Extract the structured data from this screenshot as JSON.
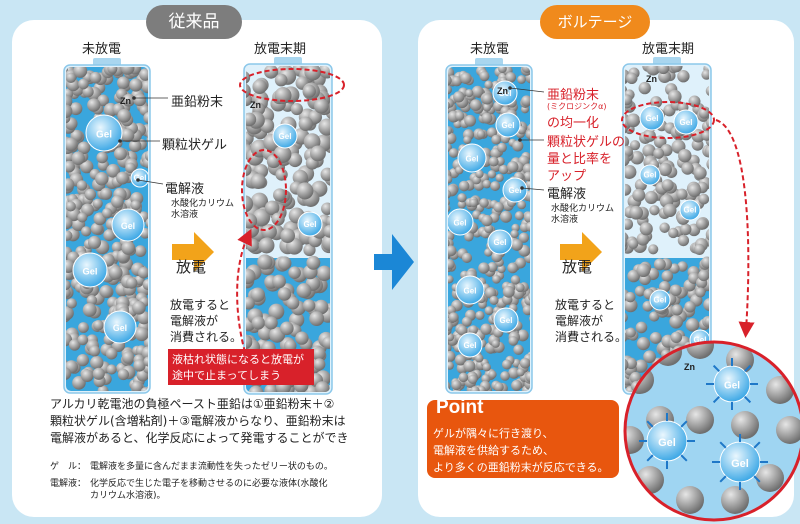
{
  "colors": {
    "background": "#c9e6f4",
    "panel": "#ffffff",
    "gray_badge": "#7d7d7d",
    "orange_badge": "#f08a1c",
    "red": "#d8212a",
    "point_bg": "#e8560e",
    "blue_arrow": "#1b87d6",
    "arrow_orange": "#f2a31a",
    "electrolyte": "#3aa6dd"
  },
  "left": {
    "badge": "従来品",
    "col1_header": "未放電",
    "col2_header": "放電末期",
    "zn": "Zn",
    "label_zinc": "亜鉛粉末",
    "label_gel": "顆粒状ゲル",
    "label_electrolyte": "電解液",
    "label_electrolyte_sub1": "水酸化カリウム",
    "label_electrolyte_sub2": "水溶液",
    "arrow_label": "放電",
    "note": [
      "放電すると",
      "電解液が",
      "消費される。"
    ],
    "warning": [
      "液枯れ状態になると放電が",
      "途中で止まってしまう"
    ],
    "gel_text": "Gel"
  },
  "right": {
    "badge": "ボルテージ",
    "col1_header": "未放電",
    "col2_header": "放電末期",
    "zn": "Zn",
    "label_zinc": "亜鉛粉末",
    "label_zinc_sub": "(ミクロジンクα)",
    "label_zinc_suffix": "の均一化",
    "label_gel": [
      "顆粒状ゲルの",
      "量と比率を",
      "アップ"
    ],
    "label_electrolyte": "電解液",
    "label_electrolyte_sub1": "水酸化カリウム",
    "label_electrolyte_sub2": "水溶液",
    "arrow_label": "放電",
    "note": [
      "放電すると",
      "電解液が",
      "消費される。"
    ],
    "point_title": "Point",
    "point_lines": [
      "ゲルが隅々に行き渡り、",
      "電解液を供給するため、",
      "より多くの亜鉛粉末が反応できる。"
    ],
    "gel_text": "Gel"
  },
  "description": {
    "lines": [
      "アルカリ乾電池の負極ペースト亜鉛は①亜鉛粉末＋②",
      "顆粒状ゲル(含増粘剤)＋③電解液からなり、亜鉛粉末は",
      "電解液があると、化学反応によって発電することができ"
    ],
    "gel_def_key": "ゲ　ル：",
    "gel_def": "電解液を多量に含んだまま流動性を失ったゼリー状のもの。",
    "electrolyte_def_key": "電解液：",
    "electrolyte_def": [
      "化学反応で生じた電子を移動させるのに必要な液体(水酸化",
      "カリウム水溶液)。"
    ]
  }
}
